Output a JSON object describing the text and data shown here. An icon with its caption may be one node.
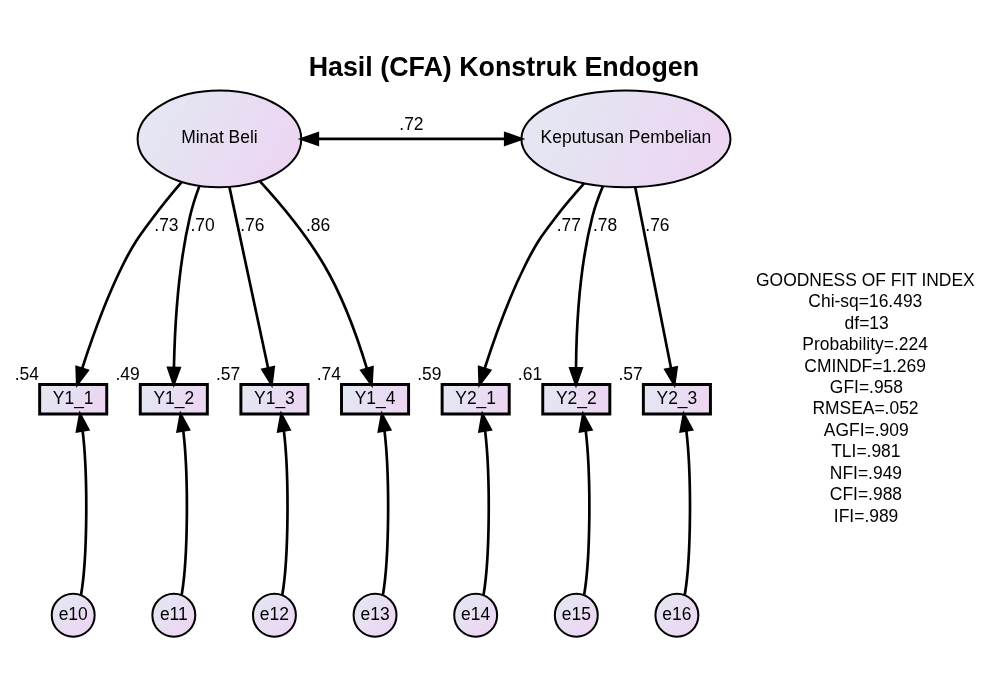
{
  "diagram": {
    "title": "Hasil (CFA) Konstruk Endogen",
    "nodes": [
      {
        "text": [
          "Minat Beli"
        ]
      },
      {
        "text": [
          "Keputusan Pembelian"
        ]
      },
      {
        "text": [
          "Y1_1"
        ],
        "beside": [
          ".54"
        ]
      },
      {
        "text": [
          "Y1_2"
        ],
        "beside": [
          ".49"
        ]
      },
      {
        "text": [
          "Y1_3"
        ],
        "beside": [
          ".57"
        ]
      },
      {
        "text": [
          "Y1_4"
        ],
        "beside": [
          ".74"
        ]
      },
      {
        "text": [
          "e10"
        ]
      },
      {
        "text": [
          "e11"
        ]
      },
      {
        "text": [
          "e12"
        ]
      },
      {
        "text": [
          "e13"
        ]
      },
      {
        "text": [
          "Y2_1"
        ],
        "beside": [
          ".59"
        ]
      },
      {
        "text": [
          "Y2_2"
        ],
        "beside": [
          ".61"
        ]
      },
      {
        "text": [
          "Y2_3"
        ],
        "beside": [
          ".57"
        ]
      },
      {
        "text": [
          "e14"
        ]
      },
      {
        "text": [
          "e15"
        ]
      },
      {
        "text": [
          "e16"
        ]
      }
    ],
    "edges": [
      {
        "from": 0,
        "to": 1,
        "arrow": "both",
        "label": ".72"
      },
      {
        "from": 0,
        "to": 2,
        "arrow": "to",
        "label": ".73"
      },
      {
        "from": 0,
        "to": 3,
        "arrow": "to",
        "label": ".70"
      },
      {
        "from": 0,
        "to": 4,
        "arrow": "to",
        "label": ".76"
      },
      {
        "from": 0,
        "to": 5,
        "arrow": "to",
        "label": ".86"
      },
      {
        "from": 6,
        "to": 2,
        "arrow": "to"
      },
      {
        "from": 7,
        "to": 3,
        "arrow": "to"
      },
      {
        "from": 8,
        "to": 4,
        "arrow": "to"
      },
      {
        "from": 9,
        "to": 5,
        "arrow": "to"
      },
      {
        "from": 1,
        "to": 10,
        "arrow": "to",
        "label": ".77"
      },
      {
        "from": 1,
        "to": 11,
        "arrow": "to",
        "label": ".78"
      },
      {
        "from": 1,
        "to": 12,
        "arrow": "to",
        "label": ".76"
      },
      {
        "from": 13,
        "to": 10,
        "arrow": "to"
      },
      {
        "from": 14,
        "to": 11,
        "arrow": "to"
      },
      {
        "from": 15,
        "to": 12,
        "arrow": "to"
      }
    ],
    "labels": [
      "GOODNESS OF FIT INDEX",
      "Chi-sq=16.493",
      "df=13",
      "Probability=.224",
      "CMINDF=1.269",
      "GFI=.958",
      "RMSEA=.052",
      "AGFI=.909",
      "TLI=.981",
      "NFI=.949",
      "CFI=.988",
      "IFI=.989"
    ]
  }
}
